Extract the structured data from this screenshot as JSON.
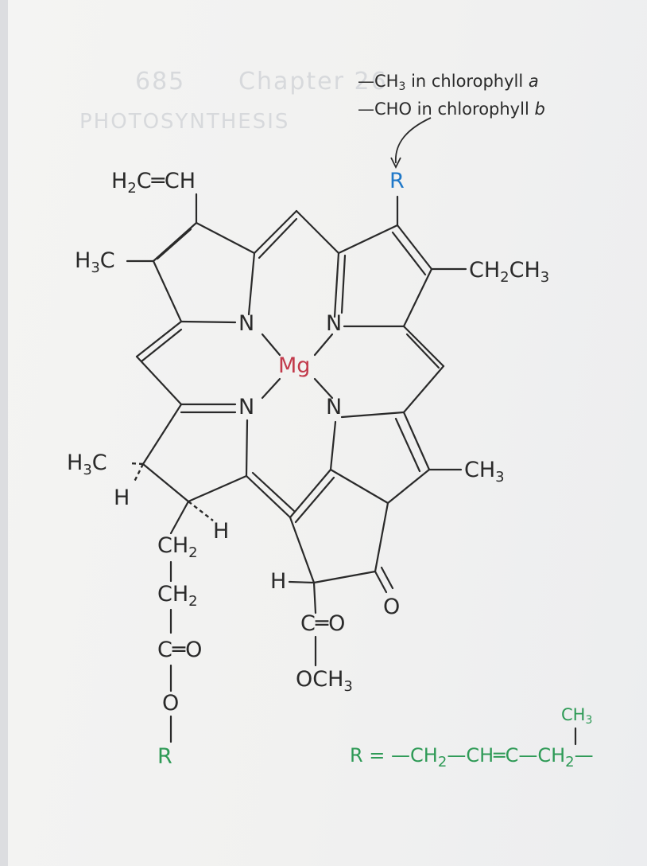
{
  "background_text": {
    "header": "Chapter 26",
    "page_number": "685",
    "section": "PHOTOSYNTHESIS"
  },
  "annotation": {
    "line1": {
      "prefix": "—CH",
      "sub": "3",
      "middle": " in chlorophyll ",
      "italic": "a"
    },
    "line2": {
      "prefix": "—CHO in chlorophyll ",
      "italic": "b"
    }
  },
  "atoms": {
    "vinyl": {
      "a": "H",
      "s1": "2",
      "b": "C═CH"
    },
    "r_top": "R",
    "methyl_left": {
      "a": "H",
      "s": "3",
      "b": "C"
    },
    "ethyl": {
      "a": "CH",
      "s1": "2",
      "b": "CH",
      "s2": "3"
    },
    "n1": "N",
    "n2": "N",
    "n3": "N",
    "n4": "N",
    "mg": "Mg",
    "methyl_lower_left": {
      "a": "H",
      "s": "3",
      "b": "C"
    },
    "h_left": "H",
    "h_right": "H",
    "methyl_right": {
      "a": "CH",
      "s": "3"
    },
    "ch2_1": {
      "a": "CH",
      "s": "2"
    },
    "ch2_2": {
      "a": "CH",
      "s": "2"
    },
    "c_ester": "C═O",
    "o_ester": "O",
    "r_bottom": "R",
    "h_ring": "H",
    "keto_o": "O",
    "c_methoxycarbonyl": "C═O",
    "och3": {
      "a": "OCH",
      "s": "3"
    }
  },
  "phytyl": {
    "branch": {
      "a": "CH",
      "s": "3"
    },
    "formula": {
      "a": "R = —CH",
      "s1": "2",
      "b": "—CH═",
      "c": "C",
      "d": "—CH",
      "s2": "2",
      "e": "—"
    }
  },
  "colors": {
    "ink": "#2a2a2a",
    "r_group_highlight": "#1f78c8",
    "magnesium": "#c23a4b",
    "phytyl_chain": "#2e9a56"
  }
}
